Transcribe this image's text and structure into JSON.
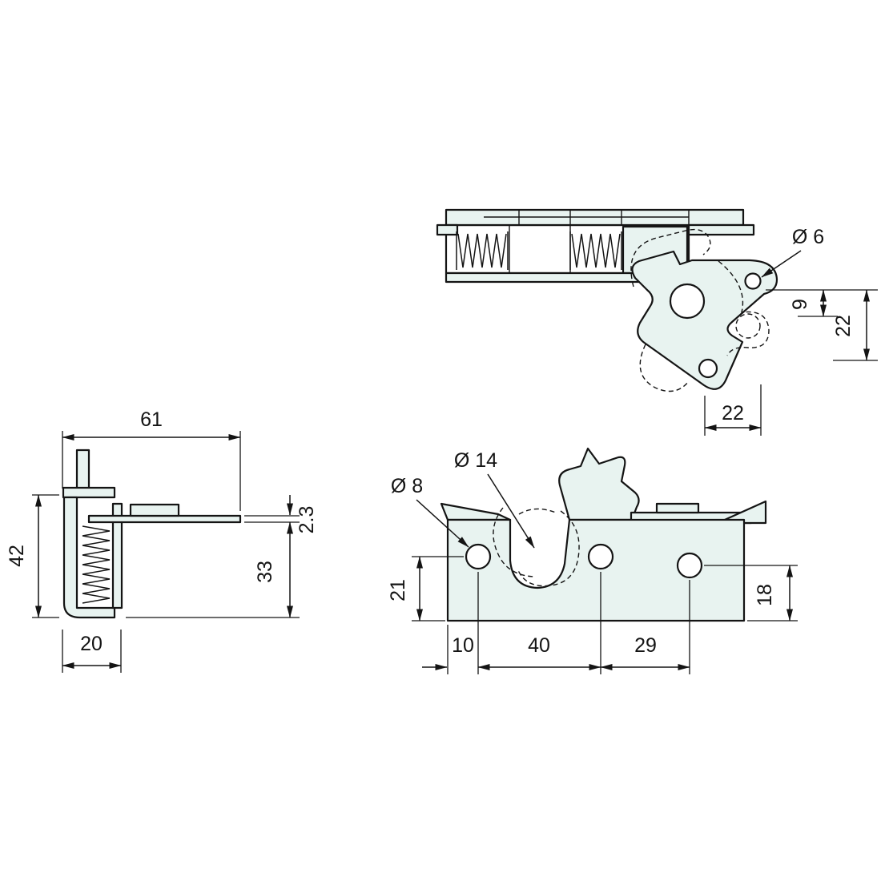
{
  "colors": {
    "background": "#ffffff",
    "part_fill": "#e8f3f0",
    "line_color": "#141414"
  },
  "views": {
    "latch_top": {
      "dia_6": "Ø 6",
      "dim_9": "9",
      "dim_22_height": "22",
      "dim_22_width": "22"
    },
    "bracket_side": {
      "dim_61": "61",
      "dim_42": "42",
      "dim_2_3": "2.3",
      "dim_33": "33",
      "dim_20": "20"
    },
    "plate_front": {
      "dia_14": "Ø 14",
      "dia_8": "Ø 8",
      "dim_21": "21",
      "dim_18": "18",
      "dim_10": "10",
      "dim_40": "40",
      "dim_29": "29"
    }
  }
}
